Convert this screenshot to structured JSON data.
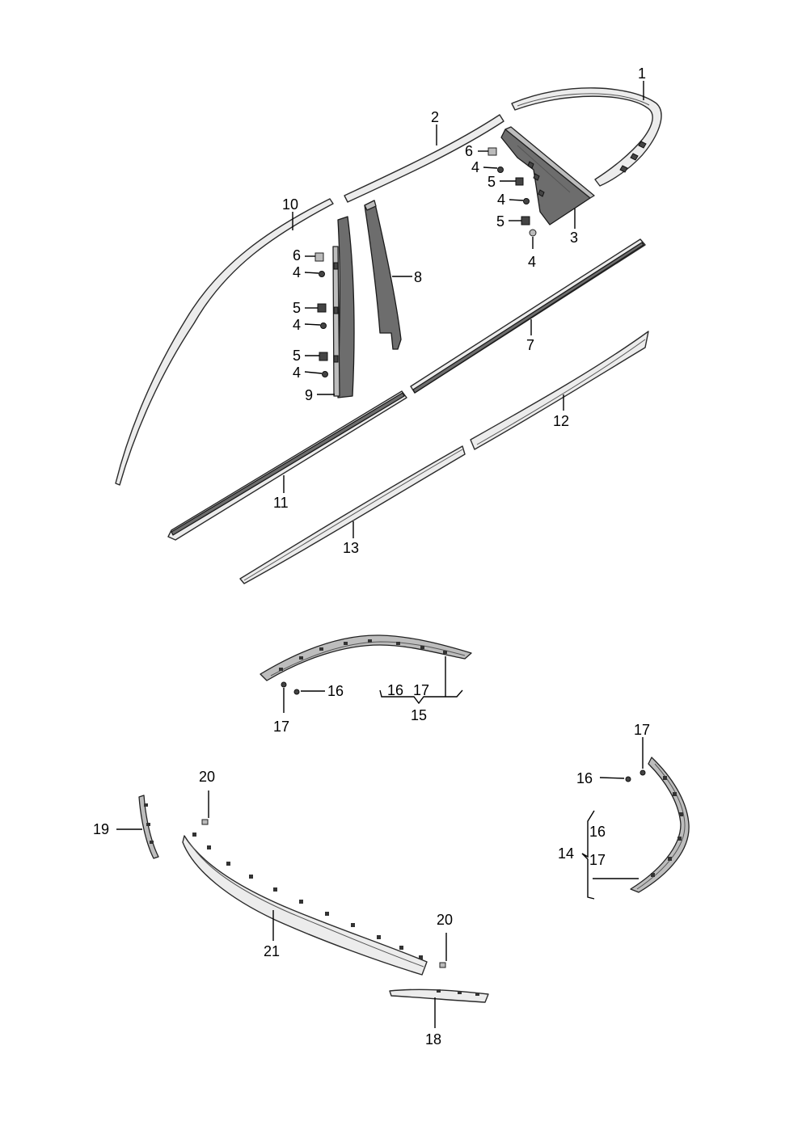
{
  "callouts": {
    "c1": "1",
    "c2": "2",
    "c3": "3",
    "c4a": "4",
    "c4b": "4",
    "c4c": "4",
    "c4d": "4",
    "c4e": "4",
    "c4f": "4",
    "c5a": "5",
    "c5b": "5",
    "c5c": "5",
    "c5d": "5",
    "c6a": "6",
    "c6b": "6",
    "c7": "7",
    "c8": "8",
    "c9": "9",
    "c10": "10",
    "c11": "11",
    "c12": "12",
    "c13": "13",
    "c14": "14",
    "c14_16": "16",
    "c14_17": "17",
    "c15": "15",
    "c15_16": "16",
    "c15_17": "17",
    "c16a": "16",
    "c16b": "16",
    "c17a": "17",
    "c17b": "17",
    "c18": "18",
    "c19": "19",
    "c20a": "20",
    "c20b": "20",
    "c21": "21"
  }
}
